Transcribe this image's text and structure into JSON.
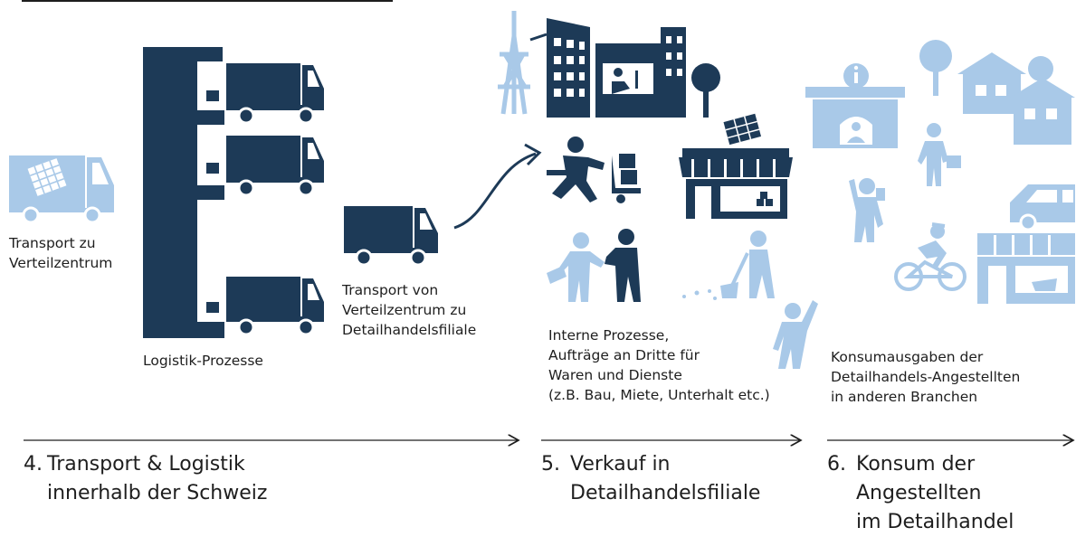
{
  "colors": {
    "dark": "#1d3a57",
    "light": "#a9c9e8",
    "text": "#1e1e1e",
    "line": "#1e1e1e"
  },
  "captions": {
    "transport_verteilzentrum": "Transport zu\nVerteilzentrum",
    "logistik": "Logistik-Prozesse",
    "transport_filiale": "Transport von\nVerteilzentrum zu\nDetailhandelsfiliale",
    "interne_prozesse": "Interne Prozesse,\nAufträge an Dritte für\nWaren und Dienste\n(z.B. Bau, Miete, Unterhalt etc.)",
    "konsumausgaben": "Konsumausgaben der\nDetailhandels-Angestellten\nin anderen Branchen"
  },
  "stages": [
    {
      "number": "4.",
      "title": "Transport & Logistik\ninnerhalb der Schweiz"
    },
    {
      "number": "5.",
      "title": "Verkauf in\nDetailhandelsfiliale"
    },
    {
      "number": "6.",
      "title": "Konsum der\nAngestellten\nim Detailhandel"
    }
  ],
  "icons": [
    "light-truck-icon",
    "warehouse-shelf-icon",
    "dark-truck-icon",
    "flow-arrow-icon",
    "city-skyline-icon",
    "shop-icon",
    "worker-cart-icon",
    "handshake-icon",
    "cleaner-icon",
    "waving-person-icon",
    "info-desk-icon",
    "houses-icon",
    "walking-person-icon",
    "cyclist-icon",
    "car-icon",
    "store-icon",
    "cheering-person-icon"
  ]
}
